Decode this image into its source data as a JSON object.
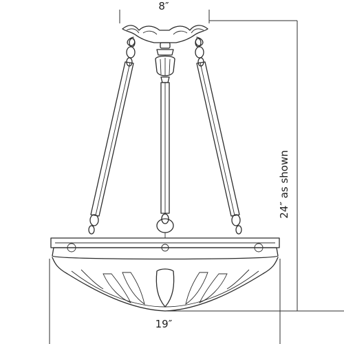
{
  "dimensions": {
    "top_width": "8″",
    "bowl_width": "19″",
    "height": "24″ as shown"
  }
}
